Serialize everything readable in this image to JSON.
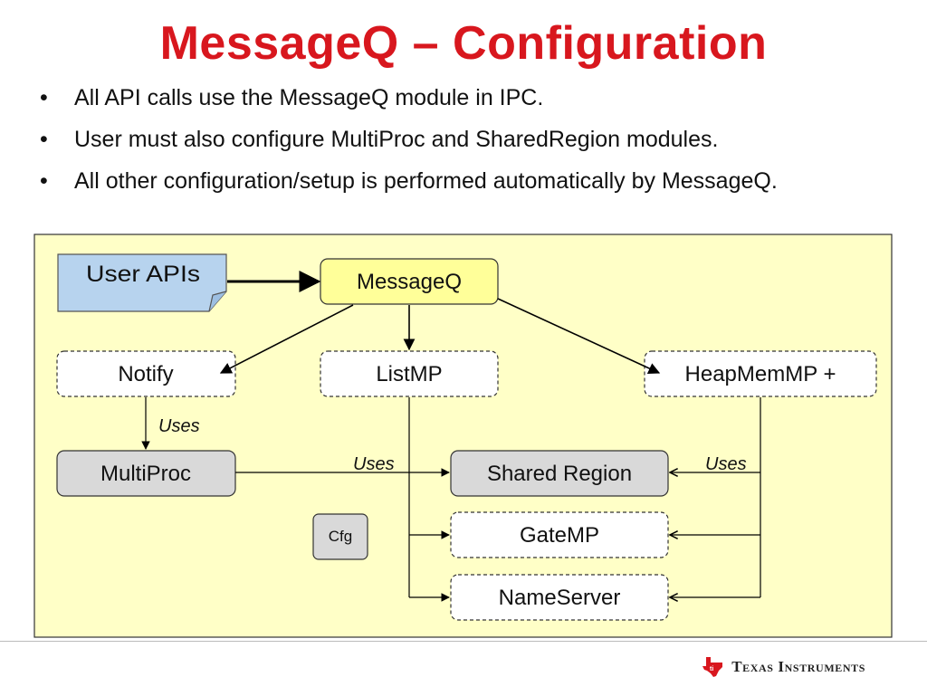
{
  "title": "MessageQ – Configuration",
  "bullets": [
    "All API calls use the MessageQ module in IPC.",
    "User must also configure MultiProc and SharedRegion modules.",
    "All other configuration/setup is performed automatically by MessageQ."
  ],
  "bullet_glyph": "•",
  "diagram": {
    "user_apis": "User APIs",
    "messageq": "MessageQ",
    "notify": "Notify",
    "listmp": "ListMP",
    "heapmemmp": "HeapMemMP +",
    "multiproc": "MultiProc",
    "shared_region": "Shared Region",
    "gatemp": "GateMP",
    "nameserver": "NameServer",
    "cfg": "Cfg",
    "uses_notify": "Uses",
    "uses_multiproc": "Uses",
    "uses_heap": "Uses"
  },
  "colors": {
    "title": "#d8171e",
    "diagram_bg": "#ffffc7",
    "messageq_fill": "#ffff99",
    "user_apis_fill": "#b7d3ee",
    "gray_fill": "#d9d9d9"
  },
  "footer": {
    "logo_text": "Texas Instruments",
    "logo_icon": "texas-state-icon"
  }
}
